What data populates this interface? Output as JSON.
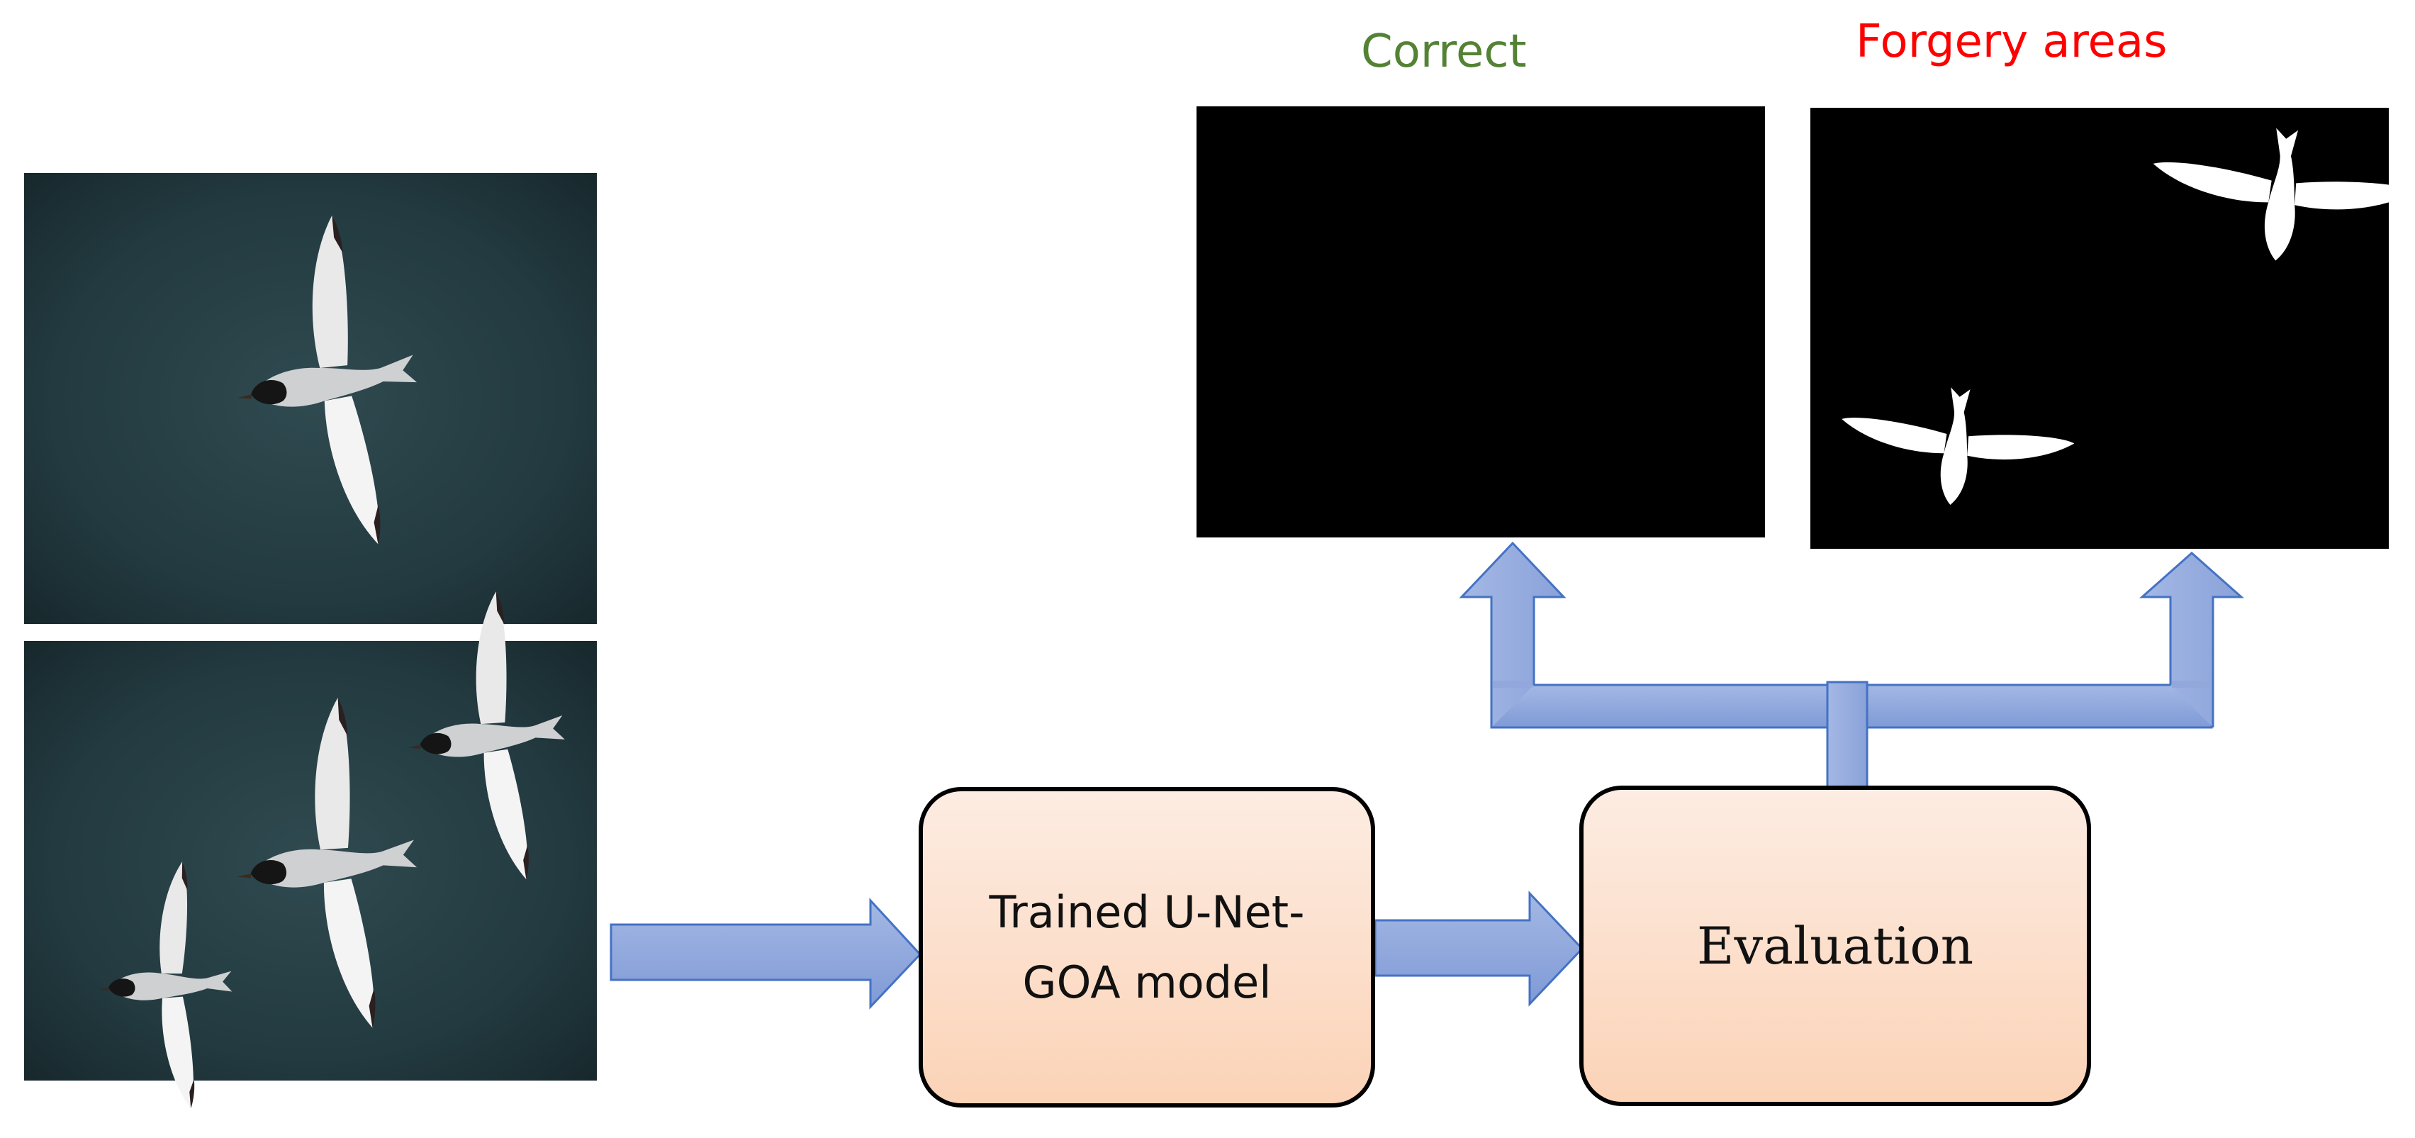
{
  "labels": {
    "correct": "Correct",
    "forgery": "Forgery areas"
  },
  "boxes": {
    "unet": "Trained U-Net-GOA model",
    "evaluation": "Evaluation"
  },
  "icons": {
    "input_original": "bird-photo-original",
    "input_forged": "bird-photo-forged",
    "mask_correct": "black-mask",
    "mask_forgery": "forgery-mask"
  },
  "colors": {
    "correct_label": "#548235",
    "forgery_label": "#ff0000",
    "arrow_fill": "#8faadc",
    "arrow_stroke": "#4472c4",
    "box_top": "#fdece2",
    "box_bottom": "#fbd3b7",
    "photo_bg": "#243a40"
  }
}
